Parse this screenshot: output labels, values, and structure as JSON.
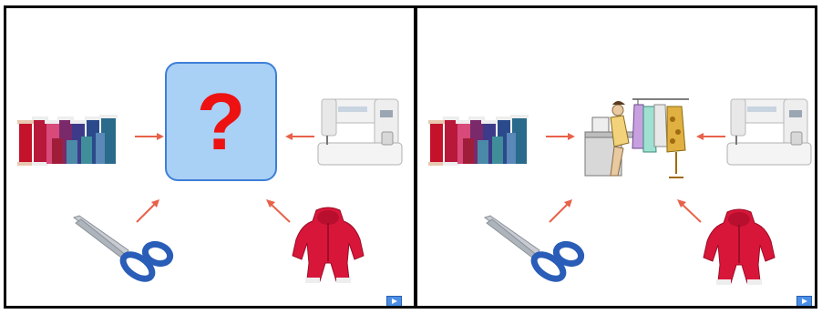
{
  "slides": [
    {
      "id": "before",
      "center": {
        "kind": "question",
        "label": "?"
      },
      "items": [
        "thread-spools",
        "sewing-machine",
        "scissors",
        "red-snowsuit"
      ],
      "nav": {
        "icon": "play-icon"
      }
    },
    {
      "id": "after",
      "center": {
        "kind": "illustration",
        "icon": "tailor-workshop-icon"
      },
      "items": [
        "thread-spools",
        "sewing-machine",
        "scissors",
        "red-snowsuit"
      ],
      "nav": {
        "icon": "play-icon"
      }
    }
  ],
  "colors": {
    "frame": "#000000",
    "question_box": "#a9d0f5",
    "question_mark": "#ee1111",
    "arrow": "#e8624a",
    "nav_button": "#4a8ee6"
  }
}
